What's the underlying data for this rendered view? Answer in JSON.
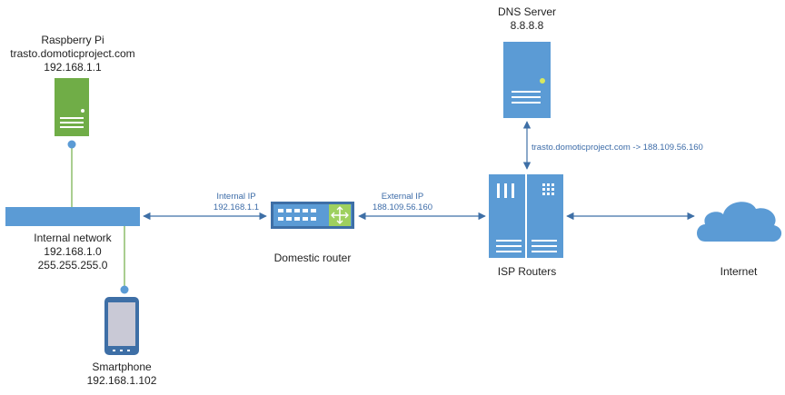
{
  "nodes": {
    "raspberry_pi": {
      "name": "Raspberry Pi",
      "host": "trasto.domoticproject.com",
      "ip": "192.168.1.1",
      "icon": "server-tower-icon"
    },
    "dns_server": {
      "name": "DNS Server",
      "ip": "8.8.8.8",
      "icon": "server-tower-icon"
    },
    "internal_network": {
      "name": "Internal network",
      "ip": "192.168.1.0",
      "mask": "255.255.255.0",
      "icon": "network-segment-icon"
    },
    "domestic_router": {
      "name": "Domestic router",
      "icon": "switch-icon"
    },
    "isp_routers": {
      "name": "ISP Routers",
      "icon": "mainframe-icon"
    },
    "internet": {
      "name": "Internet",
      "icon": "cloud-icon"
    },
    "smartphone": {
      "name": "Smartphone",
      "ip": "192.168.1.102",
      "icon": "smartphone-icon"
    }
  },
  "links": {
    "internal_ip": {
      "label": "Internal IP",
      "value": "192.168.1.1"
    },
    "external_ip": {
      "label": "External IP",
      "value": "188.109.56.160"
    },
    "dns_resolution": {
      "label": "trasto.domoticproject.com -> 188.109.56.160"
    }
  },
  "colors": {
    "node_blue": "#5b9bd5",
    "node_dark": "#3e6fa6",
    "pi_green": "#70ad47",
    "link_line": "#3e6fa6",
    "label_blue": "#3d6ca8"
  }
}
